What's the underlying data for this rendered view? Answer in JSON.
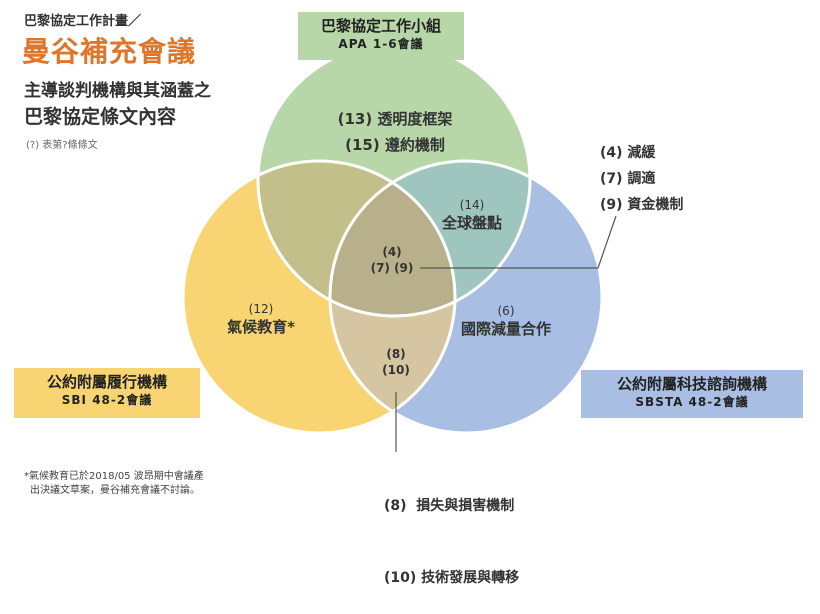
{
  "header": {
    "small_title": "巴黎協定工作計畫／",
    "main_title": "曼谷補充會議",
    "subtitle_1": "主導談判機構與其涵蓋之",
    "subtitle_2": "巴黎協定條文內容",
    "note": "(?) 表第?條條文"
  },
  "circles": {
    "apa": {
      "title": "巴黎協定工作小組",
      "code": "APA 1-6會議",
      "color": "#b7d7a8"
    },
    "sbi": {
      "title": "公約附屬履行機構",
      "code": "SBI 48-2會議",
      "color": "#f8d473"
    },
    "sbsta": {
      "title": "公約附屬科技諮詢機構",
      "code": "SBSTA 48-2會議",
      "color": "#a8bfe3"
    }
  },
  "regions": {
    "apa_only": [
      "(13) 透明度框架",
      "(15) 遵約機制"
    ],
    "apa_sbsta": {
      "num": "(14)",
      "label": "全球盤點"
    },
    "center": {
      "line1": "(4)",
      "line2": "(7) (9)"
    },
    "sbi_only": {
      "num": "(12)",
      "label": "氣候教育*"
    },
    "sbsta_only": {
      "num": "(6)",
      "label": "國際減量合作"
    },
    "sbi_sbsta": {
      "line1": "(8)",
      "line2": "(10)"
    }
  },
  "side_list": [
    "(4) 減緩",
    "(7) 調適",
    "(9) 資金機制"
  ],
  "bottom_list": [
    "(8)  損失與損害機制",
    "(10) 技術發展與轉移"
  ],
  "footnote": {
    "line1": "*氣候教育已於2018/05 波昂期中會議產",
    "line2": "出決議文草案，曼谷補充會議不討論。"
  }
}
